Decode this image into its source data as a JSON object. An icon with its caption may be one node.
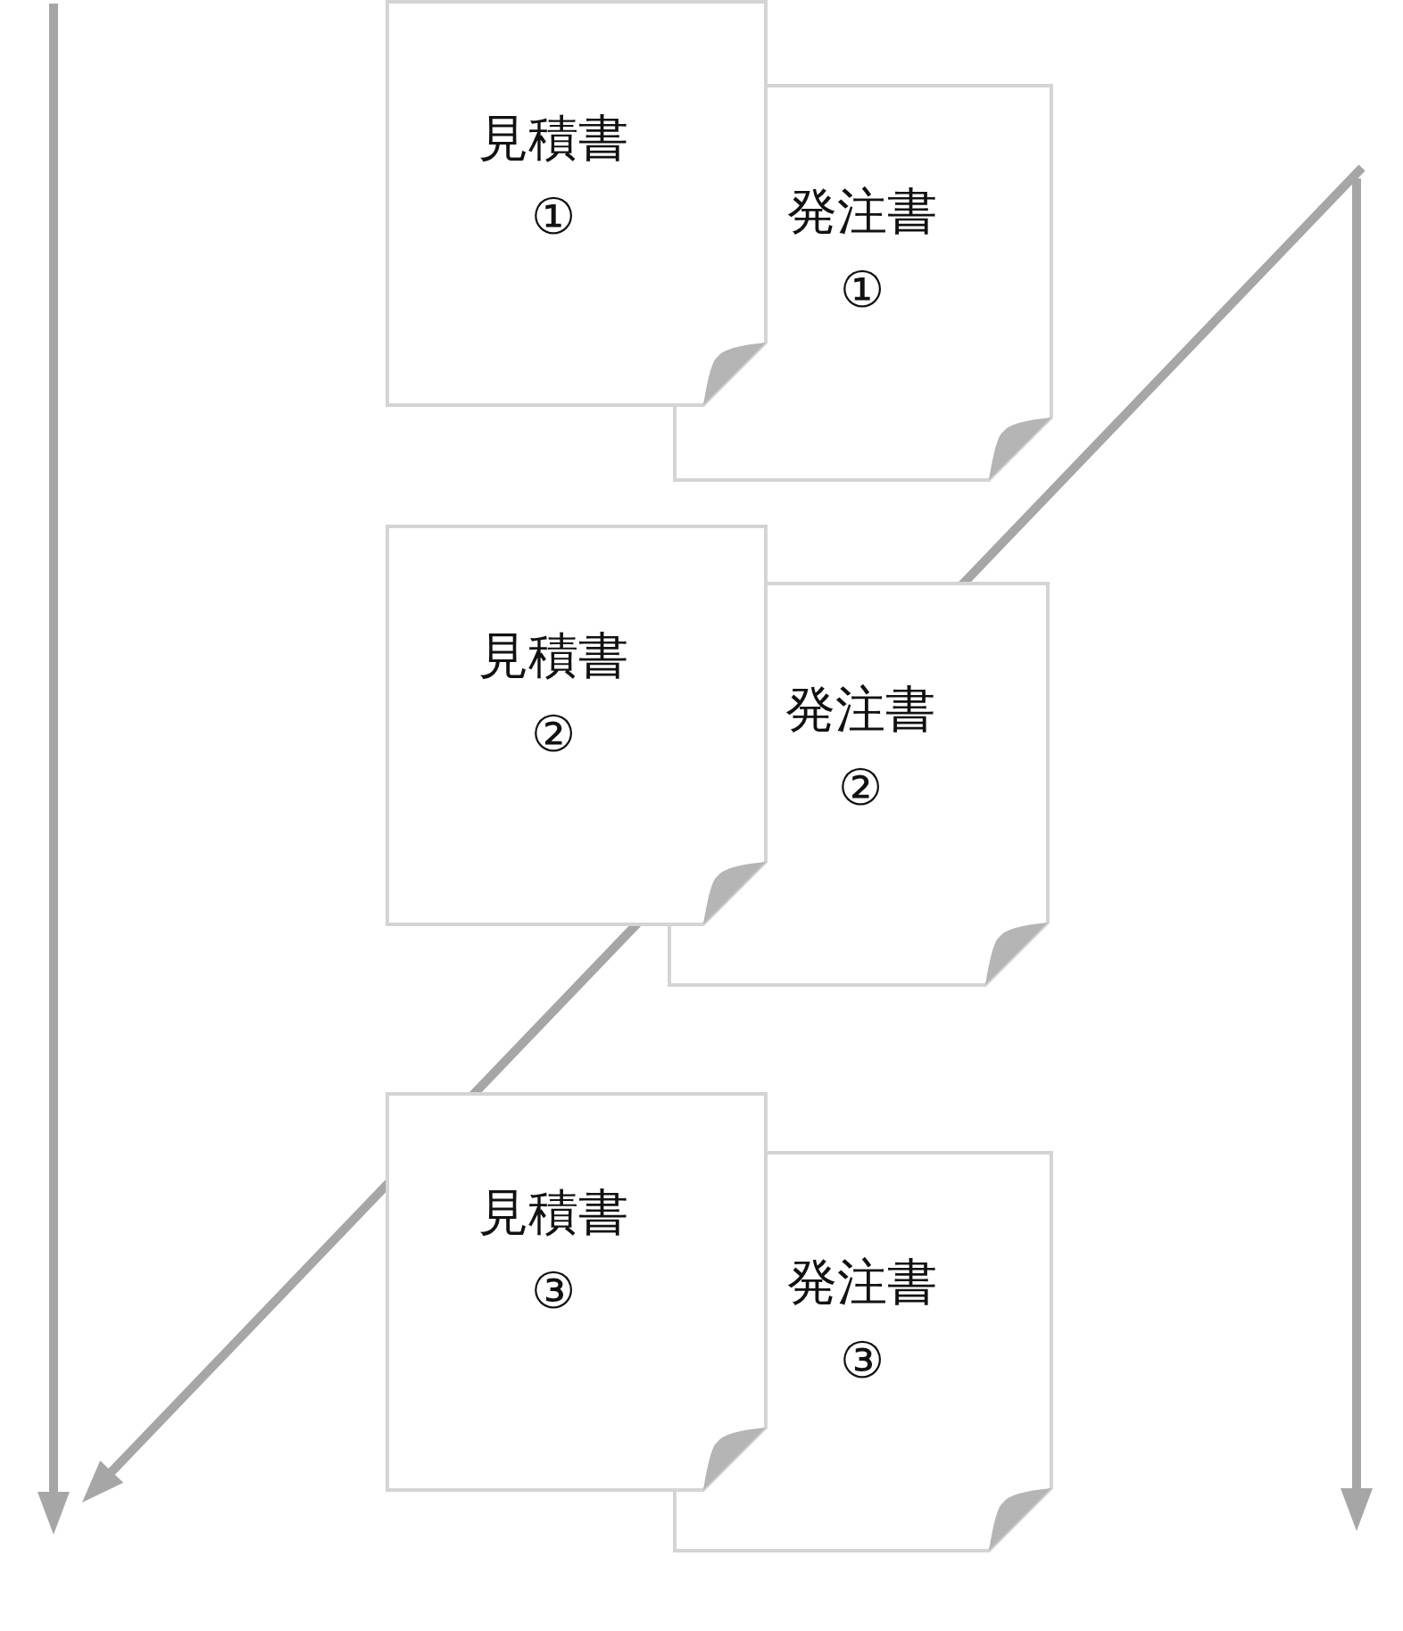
{
  "diagram": {
    "nodes": [
      {
        "text": [
          "見積書",
          "①"
        ]
      },
      {
        "text": [
          "発注書",
          "①"
        ]
      },
      {
        "text": [
          "見積書",
          "②"
        ]
      },
      {
        "text": [
          "発注書",
          "②"
        ]
      },
      {
        "text": [
          "見積書",
          "③"
        ]
      },
      {
        "text": [
          "発注書",
          "③"
        ]
      }
    ]
  }
}
